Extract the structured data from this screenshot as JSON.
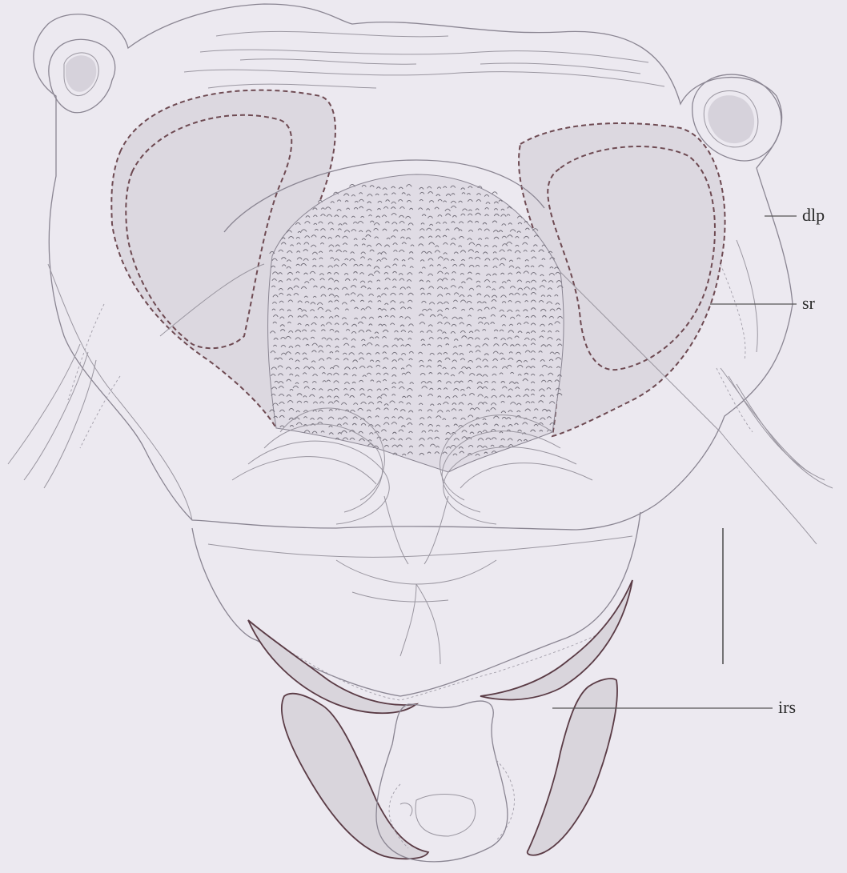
{
  "figure": {
    "labels": {
      "dlp": "dlp",
      "sr": "sr",
      "irs": "irs"
    },
    "colors": {
      "background": "#ece9f0",
      "outline": "#8a8592",
      "dashed_structure": "#6e4a52",
      "dark_sclerite": "#5a3b45",
      "fill": "#dcd8e0"
    }
  }
}
